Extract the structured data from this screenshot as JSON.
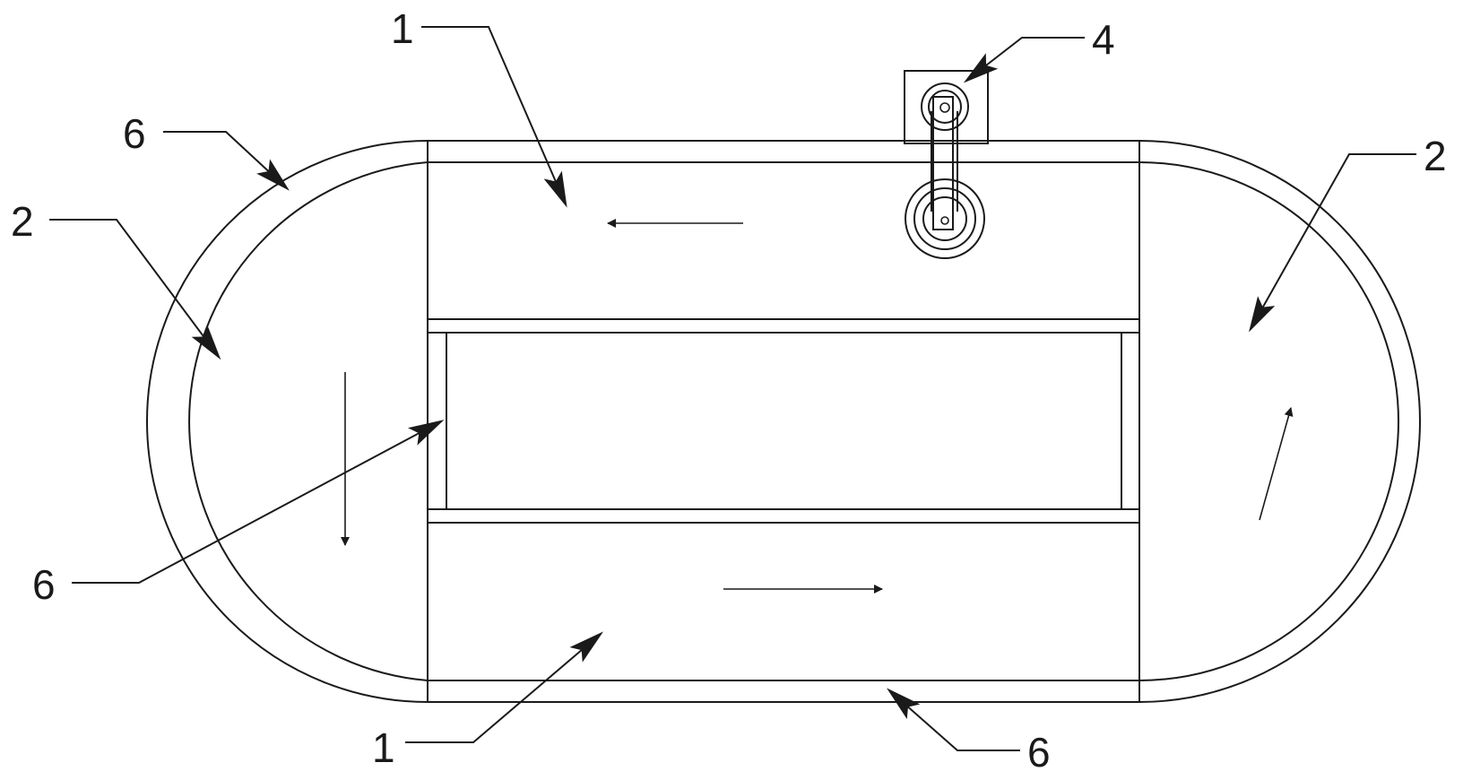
{
  "callouts": {
    "top_center": "1",
    "bottom_center": "1",
    "left_middle": "2",
    "right_middle": "2",
    "pulley": "4",
    "top_left_wall": "6",
    "inner_wall": "6",
    "bottom_wall": "6"
  },
  "stroke_color": "#1a1a1a",
  "background_color": "#ffffff"
}
